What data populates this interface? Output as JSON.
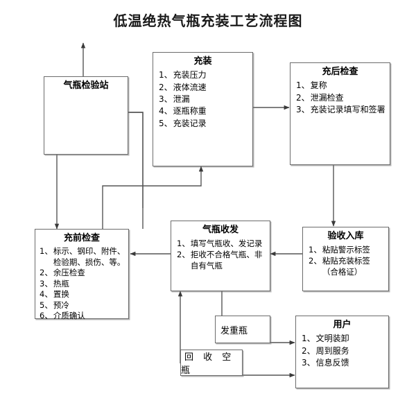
{
  "title": "低温绝热气瓶充装工艺流程图",
  "nodes": {
    "inspection_station": {
      "header": "气瓶检验站",
      "items": []
    },
    "filling": {
      "header": "充装",
      "items": [
        {
          "num": "1、",
          "text": "充装压力"
        },
        {
          "num": "2、",
          "text": "液体流速"
        },
        {
          "num": "3、",
          "text": "泄漏"
        },
        {
          "num": "4、",
          "text": "逐瓶称重"
        },
        {
          "num": "5、",
          "text": "充装记录"
        }
      ]
    },
    "post_fill_check": {
      "header": "充后检查",
      "items": [
        {
          "num": "1、",
          "text": "复称"
        },
        {
          "num": "2、",
          "text": "泄漏检查"
        },
        {
          "num": "3、",
          "text": "充装记录填写和签署"
        }
      ]
    },
    "pre_fill_check": {
      "header": "充前检查",
      "items": [
        {
          "num": "1、",
          "text": "标示、钢印、附件、检验期、损伤、等。"
        },
        {
          "num": "2、",
          "text": "余压检查"
        },
        {
          "num": "3、",
          "text": "热瓶"
        },
        {
          "num": "4、",
          "text": "置换"
        },
        {
          "num": "5、",
          "text": "预冷"
        },
        {
          "num": "6、",
          "text": "介质确认"
        }
      ]
    },
    "cylinder_dispatch": {
      "header": "气瓶收发",
      "items": [
        {
          "num": "1、",
          "text": "填写气瓶收、发记录"
        },
        {
          "num": "2、",
          "text": "拒收不合格气瓶、非自有气瓶"
        }
      ]
    },
    "acceptance_storage": {
      "header": "验收入库",
      "items": [
        {
          "num": "1、",
          "text": "粘贴警示标签"
        },
        {
          "num": "2、",
          "text": "粘贴充装标签（合格证）"
        }
      ]
    },
    "customer": {
      "header": "用户",
      "items": [
        {
          "num": "1、",
          "text": "文明装卸"
        },
        {
          "num": "2、",
          "text": "周到服务"
        },
        {
          "num": "3、",
          "text": "信息反馈"
        }
      ]
    },
    "send_full": {
      "header": "发重瓶"
    },
    "recover_empty": {
      "header": "回 收 空 瓶"
    }
  },
  "colors": {
    "border": "#6b6b6b",
    "line": "#555555",
    "text": "#000000",
    "background": "#ffffff"
  }
}
